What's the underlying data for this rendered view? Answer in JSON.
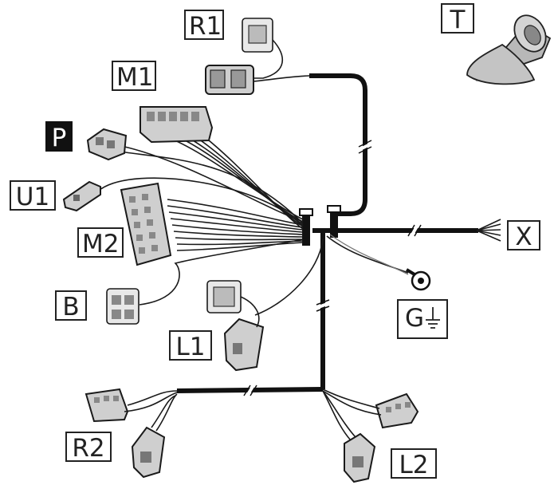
{
  "labels": {
    "r1": "R1",
    "t": "T",
    "m1": "M1",
    "p": "P",
    "u1": "U1",
    "m2": "M2",
    "x": "X",
    "b": "B",
    "g": "G",
    "l1": "L1",
    "r2": "R2",
    "l2": "L2"
  },
  "colors": {
    "wire": "#1a1a1a",
    "connector_fill": "#cfcfcf",
    "label_dark_bg": "#111111"
  },
  "icons": {
    "ground": "ground-symbol-icon"
  }
}
